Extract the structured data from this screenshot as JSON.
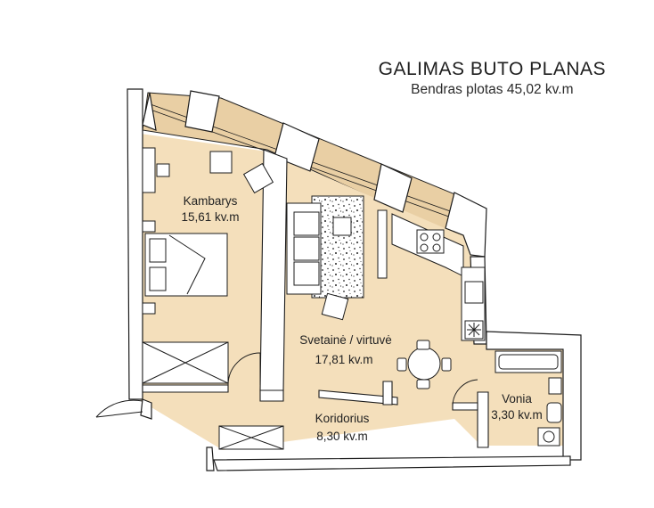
{
  "header": {
    "title": "GALIMAS BUTO PLANAS",
    "subtitle": "Bendras plotas 45,02 kv.m"
  },
  "rooms": {
    "bedroom": {
      "name": "Kambarys",
      "area": "15,61 kv.m"
    },
    "living": {
      "name": "Svetainė / virtuvė",
      "area": "17,81 kv.m"
    },
    "bathroom": {
      "name": "Vonia",
      "area": "3,30 kv.m"
    },
    "corridor": {
      "name": "Koridorius",
      "area": "8,30 kv.m"
    }
  },
  "colors": {
    "floor": "#f4dfbb",
    "balcony": "#e9cfa4",
    "wall": "#ffffff",
    "line": "#1c1c1c"
  }
}
